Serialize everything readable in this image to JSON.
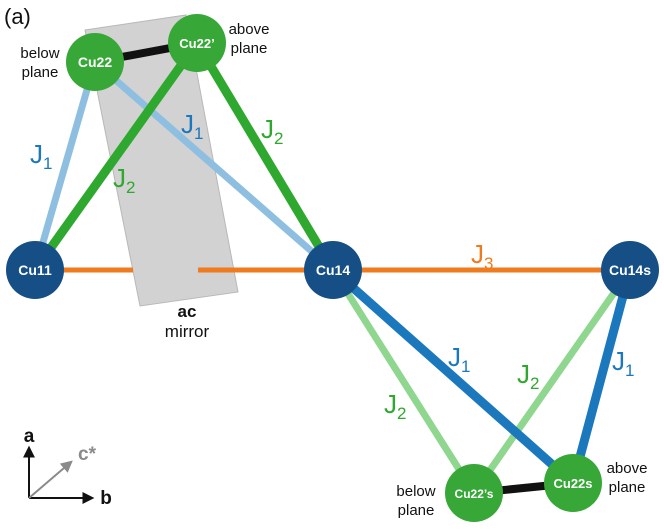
{
  "panel_label": "(a)",
  "colors": {
    "light_blue": "#8fbfe0",
    "dark_blue": "#1c78bd",
    "green": "#2ea82e",
    "light_green": "#8fd68f",
    "orange": "#f07a1e",
    "black": "#111111",
    "navy_node": "#154f86",
    "green_node": "#37a837",
    "mirror_fill": "#d2d2d2",
    "gray_axis": "#8a8a8a"
  },
  "nodes": {
    "cu11": "Cu11",
    "cu14": "Cu14",
    "cu14s": "Cu14s",
    "cu22": "Cu22",
    "cu22p": "Cu22’",
    "cu22ps": "Cu22’s",
    "cu22s": "Cu22s"
  },
  "plane_labels": {
    "top_left": [
      "below",
      "plane"
    ],
    "top_right": [
      "above",
      "plane"
    ],
    "bottom_left": [
      "below",
      "plane"
    ],
    "bottom_right": [
      "above",
      "plane"
    ]
  },
  "couplings": {
    "j1": {
      "letter": "J",
      "sub": "1"
    },
    "j2": {
      "letter": "J",
      "sub": "2"
    },
    "j3": {
      "letter": "J",
      "sub": "3"
    }
  },
  "mirror": {
    "line1": "ac",
    "line2": "mirror"
  },
  "axes": {
    "a": "a",
    "b": "b",
    "c": "c*"
  }
}
